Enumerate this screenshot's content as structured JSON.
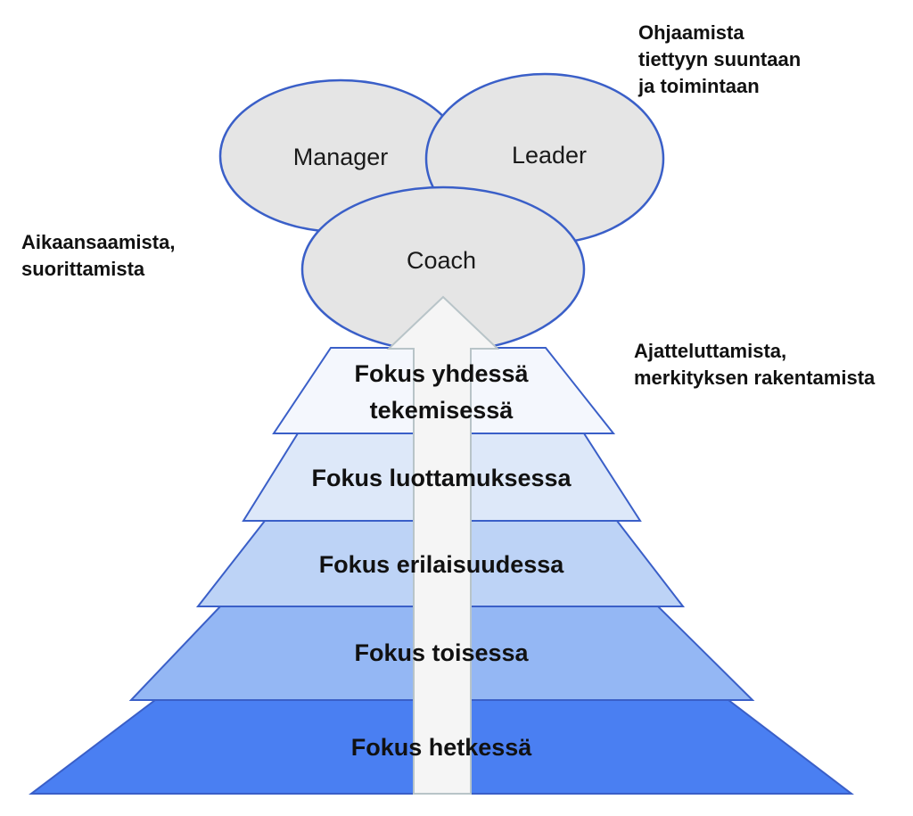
{
  "roles": {
    "manager": "Manager",
    "leader": "Leader",
    "coach": "Coach"
  },
  "annotations": {
    "leader_note": [
      "Ohjaamista",
      "tiettyyn suuntaan",
      "ja toimintaan"
    ],
    "manager_note": [
      "Aikaansaamista,",
      "suorittamista"
    ],
    "coach_note": [
      "Ajatteluttamista,",
      "merkityksen rakentamista"
    ]
  },
  "pyramid": {
    "layers": [
      {
        "lines": [
          "Fokus yhdessä",
          "tekemisessä"
        ],
        "color": "#f4f7fd"
      },
      {
        "lines": [
          "Fokus luottamuksessa"
        ],
        "color": "#dde8f9"
      },
      {
        "lines": [
          "Fokus erilaisuudessa"
        ],
        "color": "#bdd3f6"
      },
      {
        "lines": [
          "Fokus toisessa"
        ],
        "color": "#94b7f4"
      },
      {
        "lines": [
          "Fokus hetkessä"
        ],
        "color": "#4a7ff2"
      }
    ]
  },
  "colors": {
    "outline": "#3a5fc8",
    "oval_fill": "#e5e5e5",
    "arrow_fill": "#f5f5f5",
    "arrow_stroke": "#b8c4c8"
  }
}
